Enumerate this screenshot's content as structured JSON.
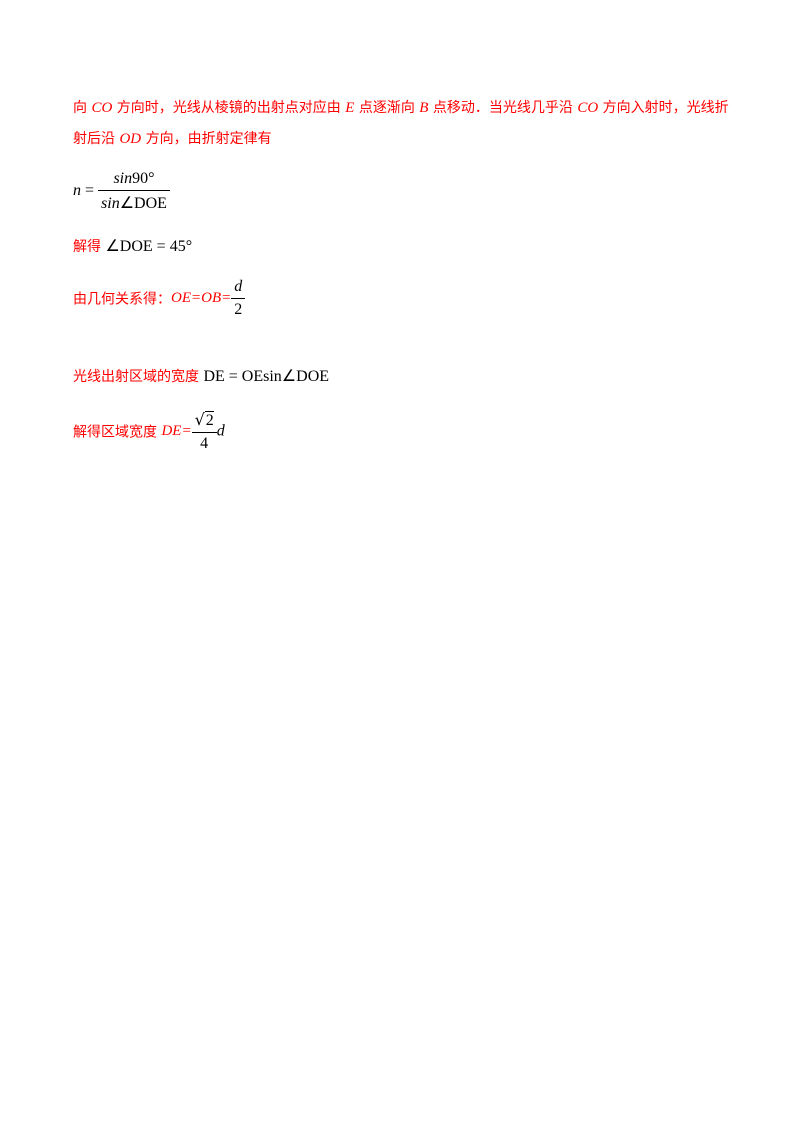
{
  "paragraph": {
    "seg1": "向 ",
    "seg2": "CO",
    "seg3": " 方向时，光线从棱镜的出射点对应由 ",
    "seg4": "E",
    "seg5": " 点逐渐向 ",
    "seg6": "B",
    "seg7": " 点移动．当光线几乎沿 ",
    "seg8": "CO",
    "seg9": " 方向入射时，光线折",
    "seg10": "射后沿 ",
    "seg11": "OD",
    "seg12": " 方向，由折射定律有"
  },
  "eq1": {
    "lhs": "n",
    "eq": " = ",
    "num_fn": "sin",
    "num_arg": "90°",
    "den_fn": "sin",
    "den_arg": "∠DOE"
  },
  "eq2": {
    "label": "解得 ",
    "expr": "∠DOE = 45°"
  },
  "eq3": {
    "label": "由几何关系得：",
    "expr": "OE=OB=",
    "num": "d",
    "den": "2"
  },
  "eq4": {
    "label": "光线出射区域的宽度 ",
    "expr": "DE = OEsin∠DOE"
  },
  "eq5": {
    "label": "解得区域宽度 ",
    "expr": "DE=",
    "num_rad": "2",
    "den": "4",
    "suffix": "d"
  }
}
